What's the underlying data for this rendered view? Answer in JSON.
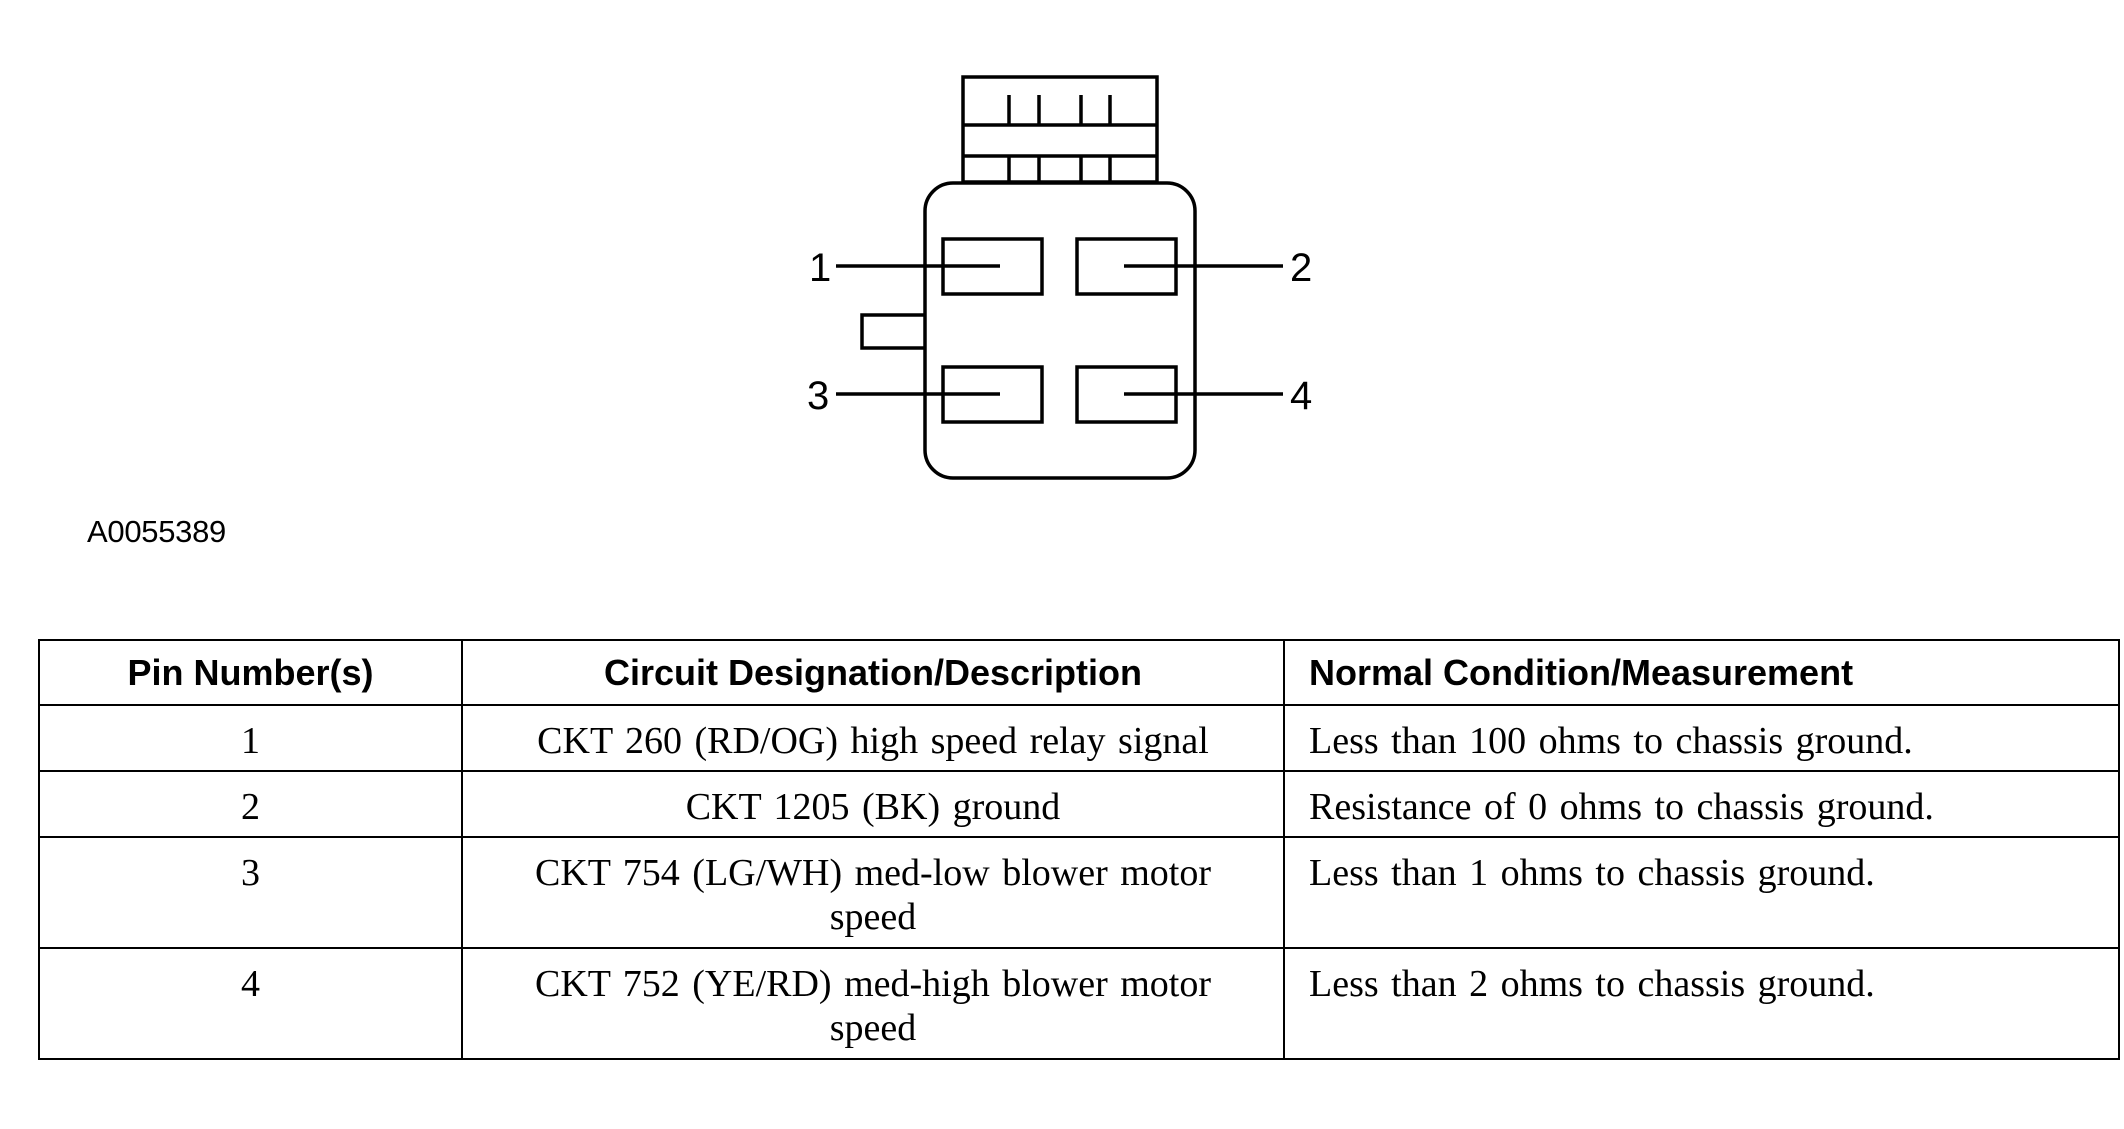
{
  "diagram": {
    "pins": [
      "1",
      "2",
      "3",
      "4"
    ]
  },
  "figure_id": "A0055389",
  "table": {
    "headers": {
      "pin": "Pin Number(s)",
      "circuit": "Circuit Designation/Description",
      "measurement": "Normal Condition/Measurement"
    },
    "rows": [
      {
        "pin": "1",
        "circuit": "CKT 260 (RD/OG) high speed relay signal",
        "measurement": "Less than 100 ohms to chassis ground."
      },
      {
        "pin": "2",
        "circuit": "CKT 1205 (BK) ground",
        "measurement": "Resistance of 0 ohms to chassis ground."
      },
      {
        "pin": "3",
        "circuit": "CKT 754 (LG/WH) med-low blower motor speed",
        "measurement": "Less than 1 ohms to chassis ground."
      },
      {
        "pin": "4",
        "circuit": "CKT 752 (YE/RD) med-high blower motor speed",
        "measurement": "Less than 2 ohms to chassis ground."
      }
    ]
  }
}
